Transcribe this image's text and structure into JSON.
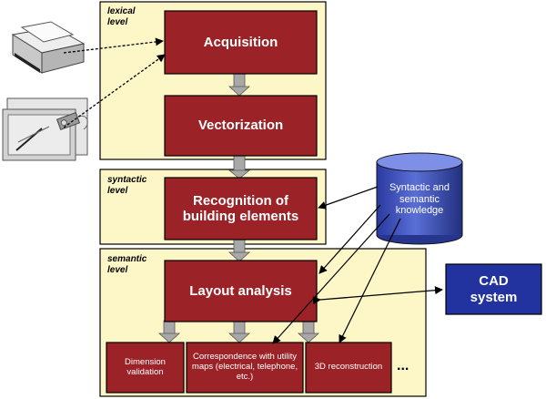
{
  "levels": {
    "lexical": "lexical level",
    "syntactic": "syntactic level",
    "semantic": "semantic level"
  },
  "boxes": {
    "acquisition": "Acquisition",
    "vectorization": "Vectorization",
    "recognition": "Recognition of building elements",
    "layout": "Layout analysis",
    "dimension": "Dimension validation",
    "correspondence": "Correspondence with utility maps (electrical, telephone, etc.)",
    "reconstruction": "3D reconstruction",
    "ellipsis": "..."
  },
  "knowledge": "Syntactic and semantic knowledge",
  "cad": "CAD system",
  "icons": [
    "scanner-icon",
    "digitizer-tablet-icon"
  ],
  "colors": {
    "level_fill": "#fdf7c8",
    "process_fill": "#9b2226",
    "knowledge_fill": "#3b4fb8",
    "cad_fill": "#2233a0",
    "arrow_gray": "#a8a8a8"
  }
}
